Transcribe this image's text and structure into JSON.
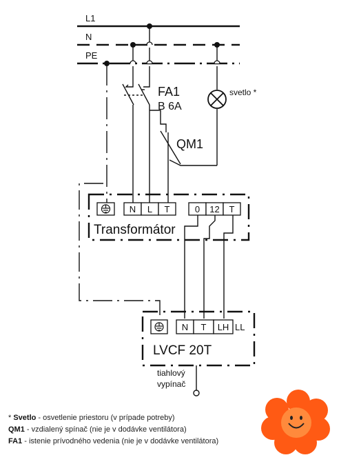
{
  "bus": {
    "l1": "L1",
    "n": "N",
    "pe": "PE"
  },
  "devices": {
    "fa1_name": "FA1",
    "fa1_rating": "B 6A",
    "qm1_name": "QM1",
    "lamp_label": "svetlo *"
  },
  "transformer": {
    "name": "Transformátor",
    "terminals_in": [
      "N",
      "L",
      "T"
    ],
    "terminals_out": [
      "0",
      "12",
      "T"
    ]
  },
  "fan": {
    "name": "LVCF 20T",
    "terminals": [
      "N",
      "T",
      "LH"
    ],
    "extra_label": "LL",
    "switch_label_1": "tiahlový",
    "switch_label_2": "vypínač"
  },
  "legend": [
    {
      "prefix": "* ",
      "key": "Svetlo",
      "text": " - osvetlenie priestoru (v prípade potreby)"
    },
    {
      "prefix": "",
      "key": "QM1",
      "text": " - vzdialený spínač (nie je v dodávke ventilátora)"
    },
    {
      "prefix": "",
      "key": "FA1",
      "text": " - istenie prívodného vedenia (nie je v dodávke ventilátora)"
    }
  ],
  "colors": {
    "line": "#111111",
    "flower": "#ff5a14",
    "flower_center": "#ff8a3c"
  }
}
